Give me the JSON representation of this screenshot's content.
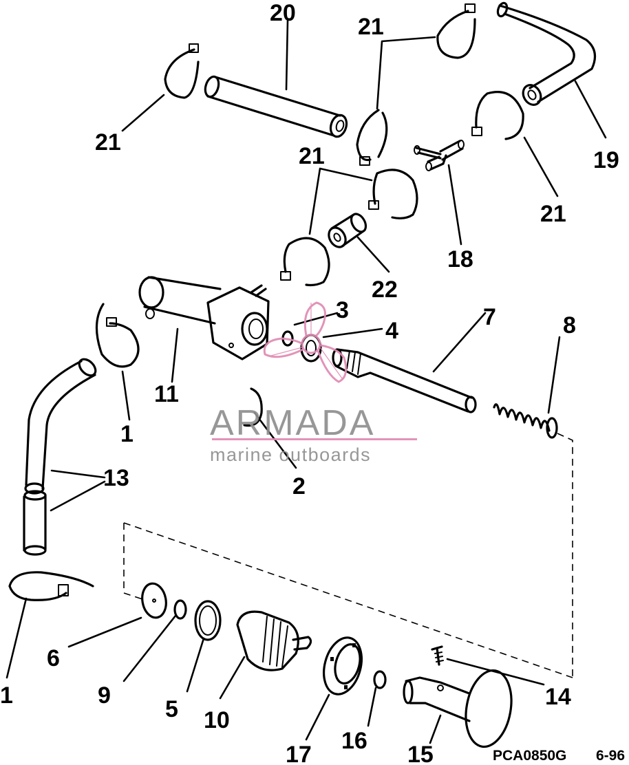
{
  "diagram": {
    "callouts": [
      "1",
      "2",
      "3",
      "4",
      "5",
      "6",
      "7",
      "8",
      "9",
      "10",
      "11",
      "13",
      "14",
      "15",
      "16",
      "17",
      "18",
      "19",
      "20",
      "21",
      "22"
    ],
    "drawing_code": "PCA0850G",
    "revision": "6-96"
  },
  "watermark": {
    "brand": "ARMADA",
    "tagline": "marine outboards",
    "brand_color": "#e08ab4",
    "text_color": "#8f8f8f"
  }
}
